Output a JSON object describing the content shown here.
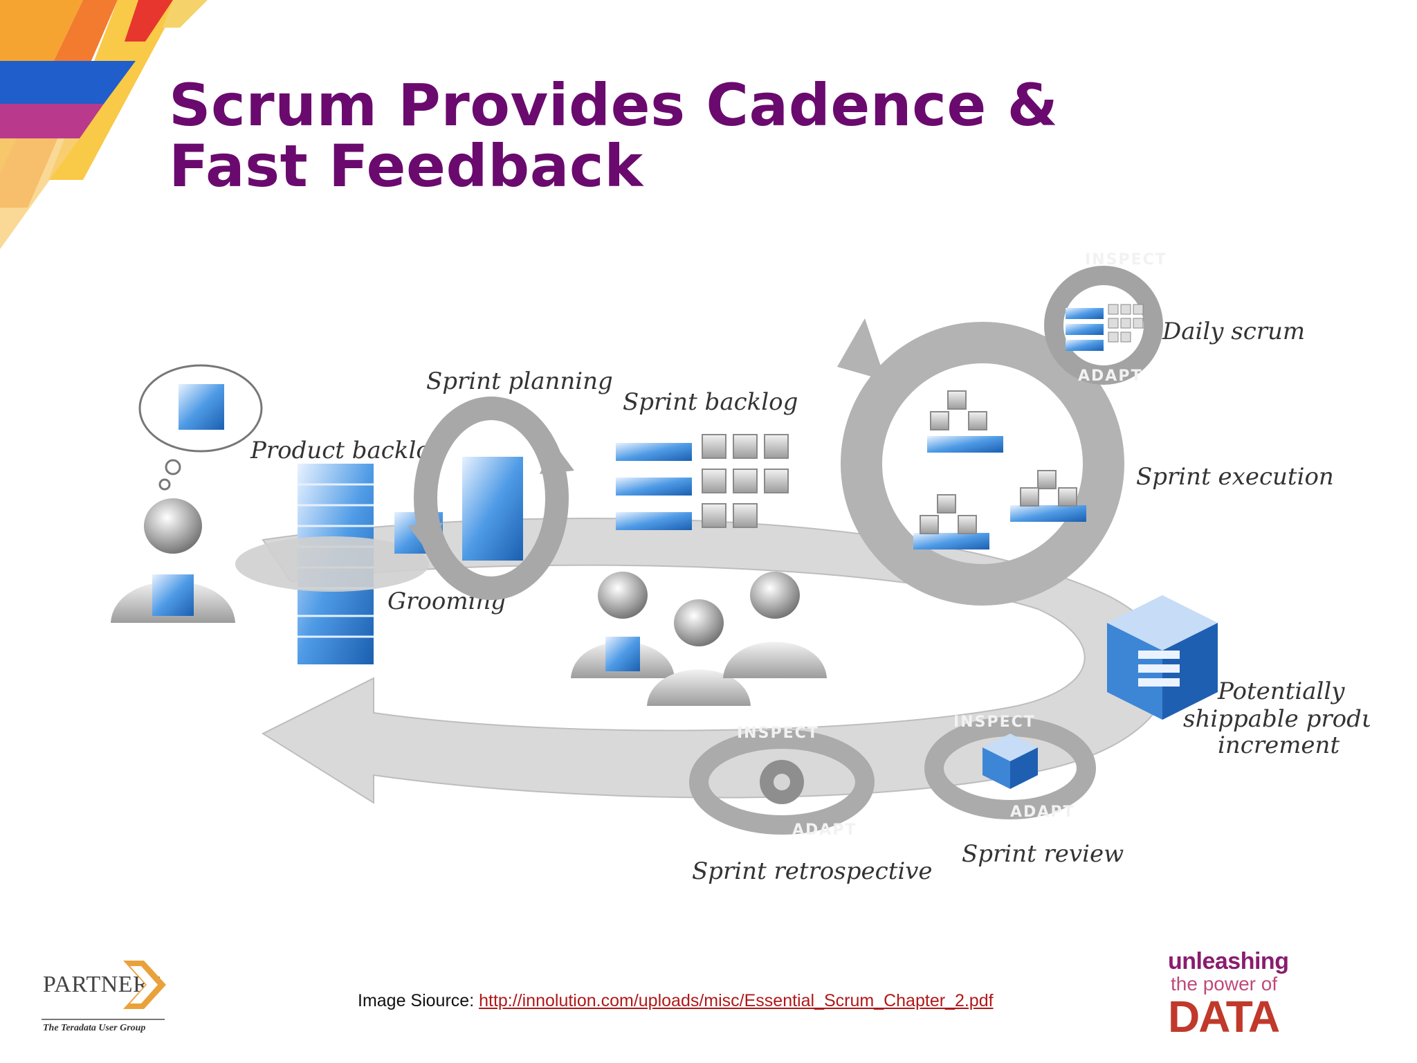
{
  "slide": {
    "title_line1": "Scrum Provides Cadence &",
    "title_line2": "Fast Feedback"
  },
  "diagram": {
    "labels": {
      "product_backlog": "Product backlog",
      "grooming": "Grooming",
      "sprint_planning": "Sprint planning",
      "sprint_backlog": "Sprint backlog",
      "daily_scrum": "Daily scrum",
      "sprint_execution": "Sprint execution",
      "increment_line1": "Potentially",
      "increment_line2": "shippable product",
      "increment_line3": "increment",
      "sprint_review": "Sprint review",
      "sprint_retrospective": "Sprint retrospective"
    },
    "ring_words": {
      "inspect": "INSPECT",
      "adapt": "ADAPT"
    }
  },
  "footer": {
    "source_prefix": "Image Siource: ",
    "source_link": "http://innolution.com/uploads/misc/Essential_Scrum_Chapter_2.pdf",
    "partners_name": "PARTNERS",
    "partners_sub": "The Teradata User Group",
    "brand_line1": "unleashing",
    "brand_line2": "the power of",
    "brand_line3": "DATA"
  },
  "colors": {
    "title": "#6a0a6e",
    "accent_blue": "#2f7fd0",
    "gray": "#a6a6a6"
  }
}
